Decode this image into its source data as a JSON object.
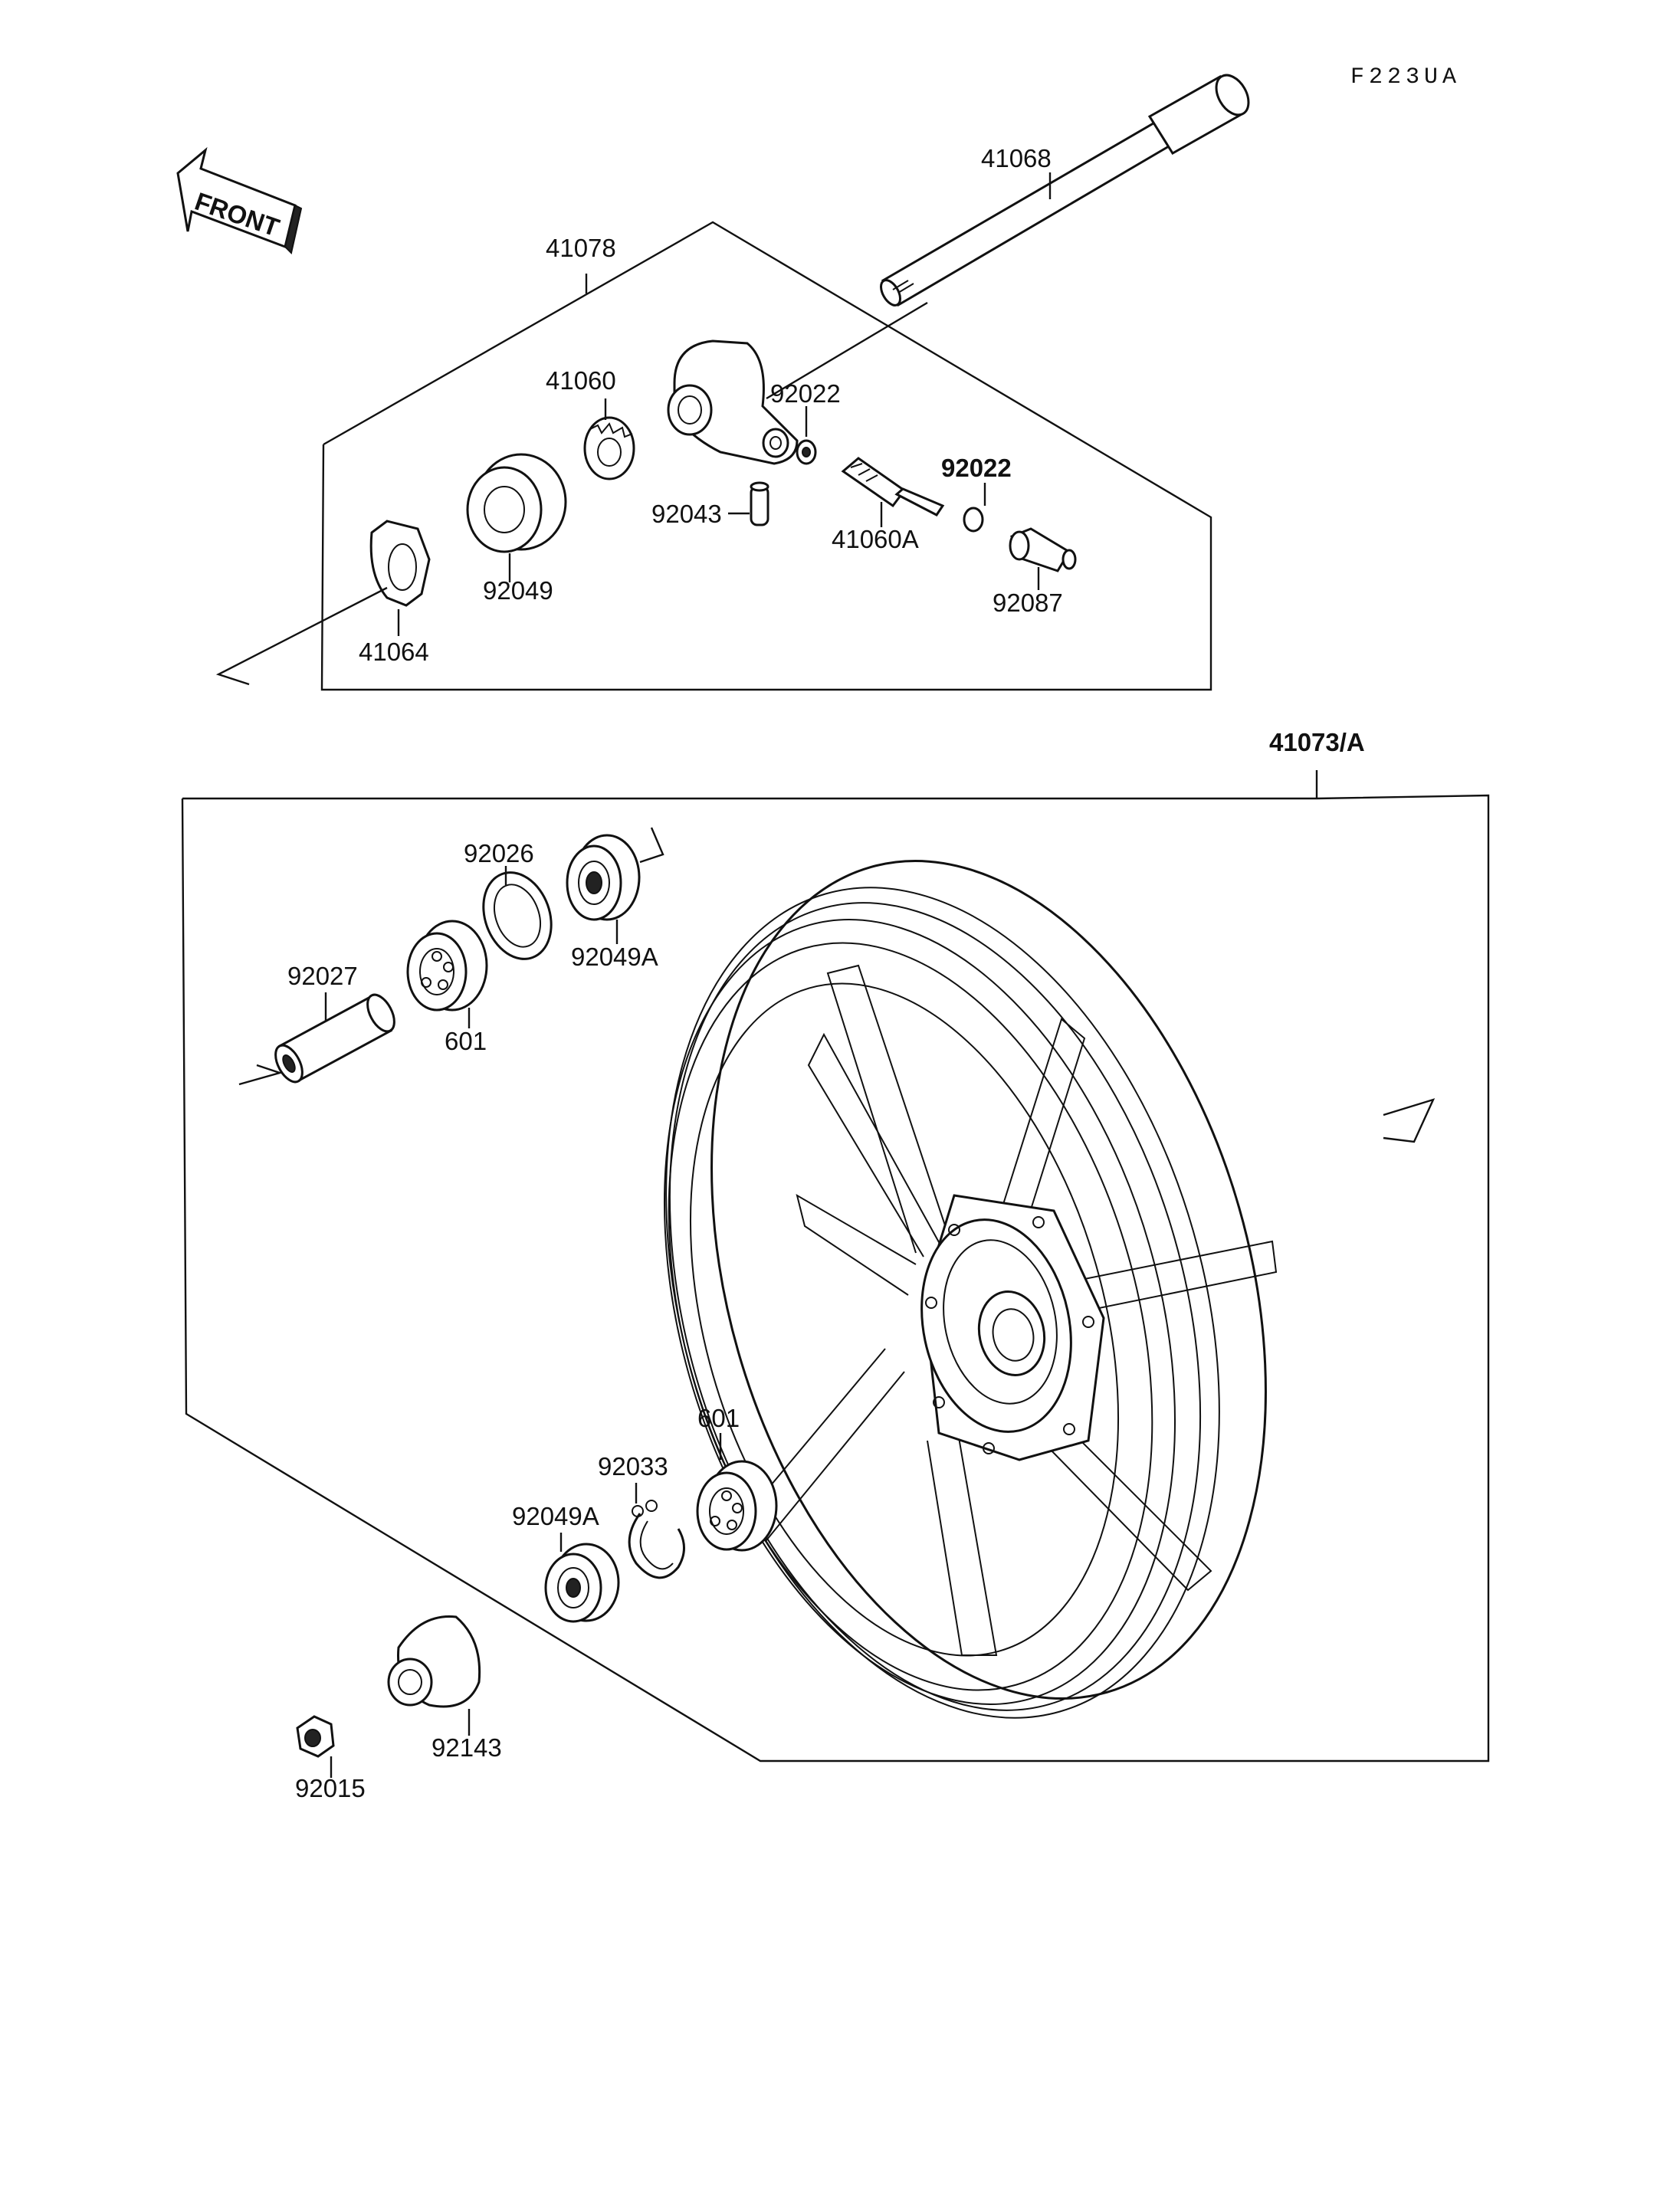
{
  "drawing_code": "F223UA",
  "front_arrow": {
    "label": "FRONT",
    "icon": "front-arrow-icon"
  },
  "parts": {
    "p41068": "41068",
    "p41078": "41078",
    "p41060": "41060",
    "p92022a": "92022",
    "p92022b": "92022",
    "p92043": "92043",
    "p41060A": "41060A",
    "p92049": "92049",
    "p41064": "41064",
    "p92087": "92087",
    "p41073A": "41073/A",
    "p92026": "92026",
    "p92049Aa": "92049A",
    "p92027": "92027",
    "p601a": "601",
    "p601b": "601",
    "p92033": "92033",
    "p92049Ab": "92049A",
    "p92143": "92143",
    "p92015": "92015"
  }
}
